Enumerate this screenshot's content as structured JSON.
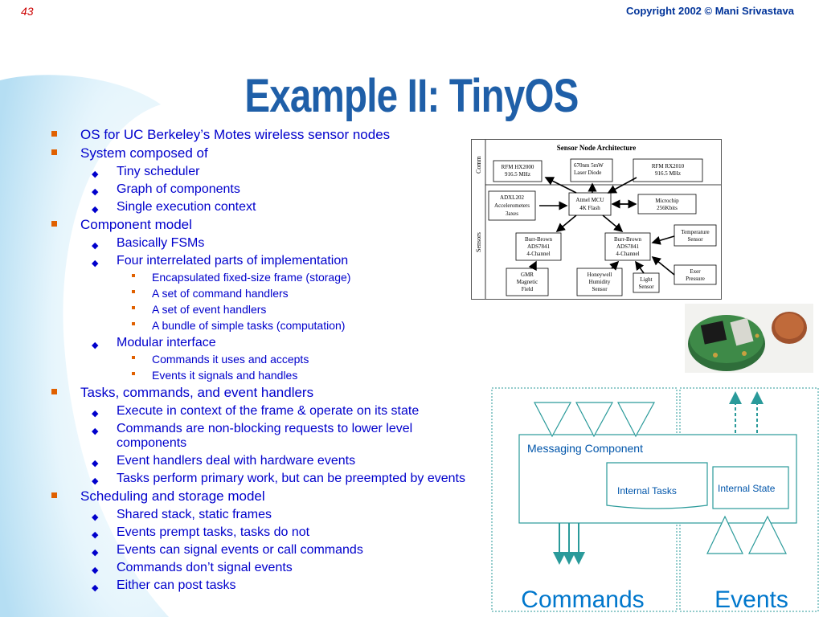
{
  "slide": {
    "number": "43",
    "copyright": "Copyright 2002 © Mani Srivastava",
    "title": "Example II: TinyOS"
  },
  "bullets": [
    {
      "level": 1,
      "text": "OS for UC Berkeley’s Motes wireless sensor nodes"
    },
    {
      "level": 1,
      "text": "System composed of"
    },
    {
      "level": 2,
      "text": "Tiny scheduler"
    },
    {
      "level": 2,
      "text": "Graph of components"
    },
    {
      "level": 2,
      "text": "Single execution context"
    },
    {
      "level": 1,
      "text": "Component model"
    },
    {
      "level": 2,
      "text": "Basically FSMs"
    },
    {
      "level": 2,
      "text": "Four interrelated parts of implementation"
    },
    {
      "level": 3,
      "text": "Encapsulated fixed-size frame (storage)"
    },
    {
      "level": 3,
      "text": "A set of command handlers"
    },
    {
      "level": 3,
      "text": "A set of event handlers"
    },
    {
      "level": 3,
      "text": "A bundle of simple tasks (computation)"
    },
    {
      "level": 2,
      "text": "Modular interface"
    },
    {
      "level": 3,
      "text": "Commands it uses and accepts"
    },
    {
      "level": 3,
      "text": "Events it signals and handles"
    },
    {
      "level": 1,
      "text": "Tasks, commands, and event handlers"
    },
    {
      "level": 2,
      "text": "Execute in context of the frame & operate on its state"
    },
    {
      "level": 2,
      "text": "Commands are non-blocking requests to lower level components"
    },
    {
      "level": 2,
      "text": "Event handlers deal with hardware events"
    },
    {
      "level": 2,
      "text": "Tasks perform primary work, but can be preempted by events"
    },
    {
      "level": 1,
      "text": "Scheduling and storage model"
    },
    {
      "level": 2,
      "text": "Shared stack, static frames"
    },
    {
      "level": 2,
      "text": "Events prempt tasks, tasks do not"
    },
    {
      "level": 2,
      "text": "Events can signal events or call commands"
    },
    {
      "level": 2,
      "text": "Commands don’t signal events"
    },
    {
      "level": 2,
      "text": "Either can post tasks"
    }
  ],
  "architecture": {
    "title": "Sensor Node Architecture",
    "comm_label": "Comm",
    "sensors_label": "Sensors",
    "rfm_tx_1": "RFM HX2000",
    "rfm_tx_2": "916.5 MHz",
    "laser_1": "670nm 5mW",
    "laser_2": "Laser Diode",
    "rfm_rx_1": "RFM RX2010",
    "rfm_rx_2": "916.5 MHz",
    "adxl_1": "ADXL202",
    "adxl_2": "Accelerometers",
    "adxl_3": "3axes",
    "mcu_1": "Atmel MCU",
    "mcu_2": "4K Flash",
    "flash_1": "Microchip",
    "flash_2": "256Kbits",
    "temp_1": "Temperature",
    "temp_2": "Sensor",
    "adc_left_1": "Burr-Brown",
    "adc_left_2": "ADS7841",
    "adc_left_3": "4-Channel",
    "adc_right_1": "Burr-Brown",
    "adc_right_2": "ADS7841",
    "adc_right_3": "4-Channel",
    "press_1": "Exer",
    "press_2": "Pressure",
    "gmr_1": "GMR",
    "gmr_2": "Magnetic",
    "gmr_3": "Field",
    "hum_1": "Honeywell",
    "hum_2": "Humidity",
    "hum_3": "Sensor",
    "light_1": "Light",
    "light_2": "Sensor"
  },
  "tinyos": {
    "messaging_component": "Messaging Component",
    "internal_tasks": "Internal Tasks",
    "internal_state": "Internal State",
    "commands": "Commands",
    "events": "Events"
  },
  "colors": {
    "title": "#1f5fa8",
    "text": "#0000cc",
    "bullet": "#e06000",
    "diagram": "#2a9a9a",
    "diagram_text": "#0055aa",
    "slide_number": "#cc0000"
  }
}
